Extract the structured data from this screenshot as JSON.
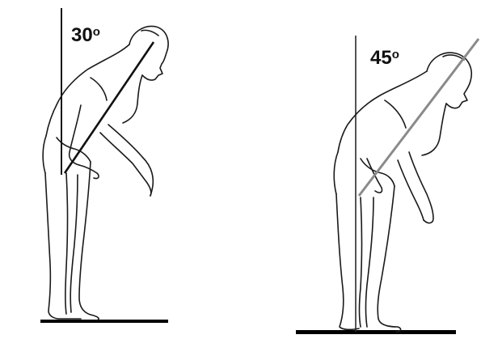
{
  "figures": [
    {
      "angle_value": "30",
      "degree_mark": "o",
      "angle_degrees": 30,
      "incline_line_color": "#111111"
    },
    {
      "angle_value": "45",
      "degree_mark": "o",
      "angle_degrees": 45,
      "incline_line_color": "#8a8a8a"
    }
  ],
  "colors": {
    "outline": "#1a1a1a",
    "vertical_line": "#111111",
    "floor": "#000000"
  }
}
